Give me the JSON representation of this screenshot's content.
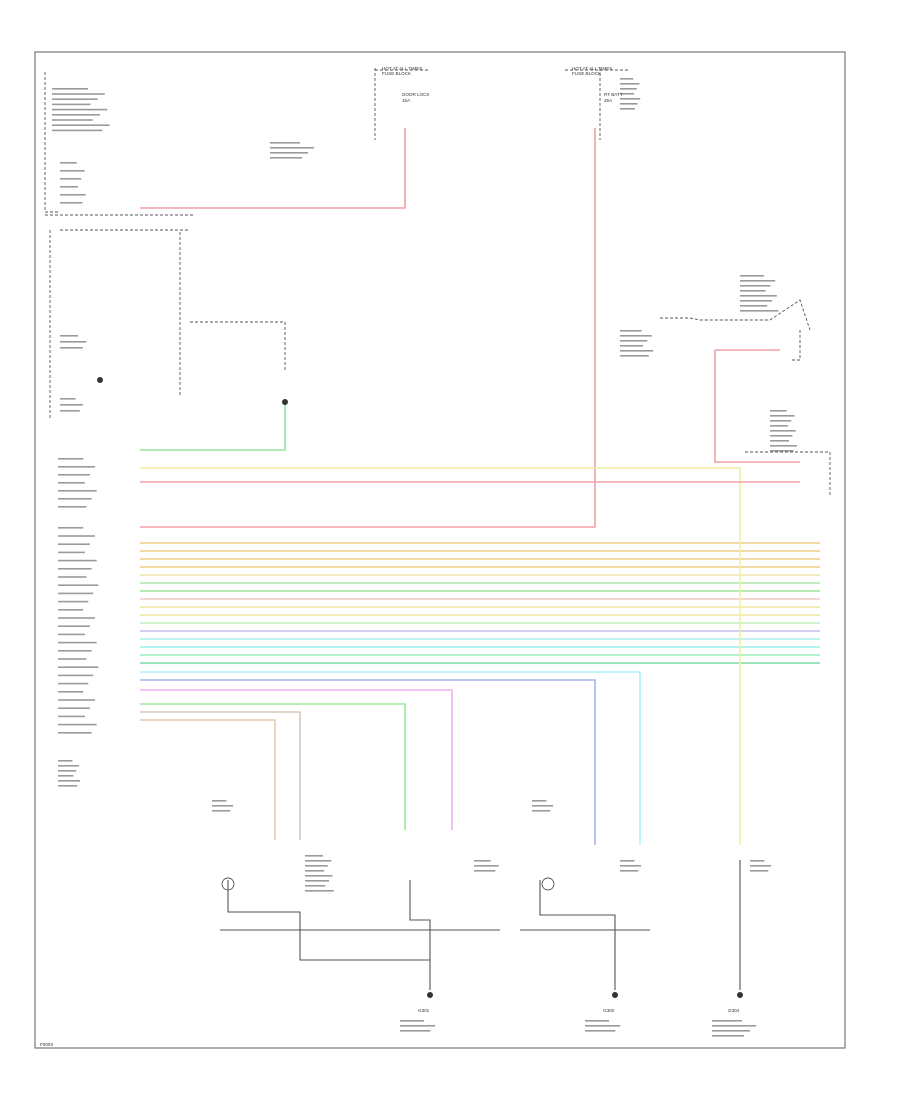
{
  "fuse_block_left": {
    "title": "HOT AT ALL TIMES",
    "subtitle": "FUSE BLOCK",
    "fuse_name": "DOOR LOCK",
    "fuse_rating": "15A"
  },
  "fuse_block_right": {
    "title": "HOT AT ALL TIMES",
    "subtitle": "FUSE BLOCK",
    "fuse_name": "RT BATT",
    "fuse_rating": "25A"
  },
  "ground_labels": {
    "g1": "G301",
    "g2": "G302",
    "g3": "G304"
  },
  "corner_code": "F0003"
}
